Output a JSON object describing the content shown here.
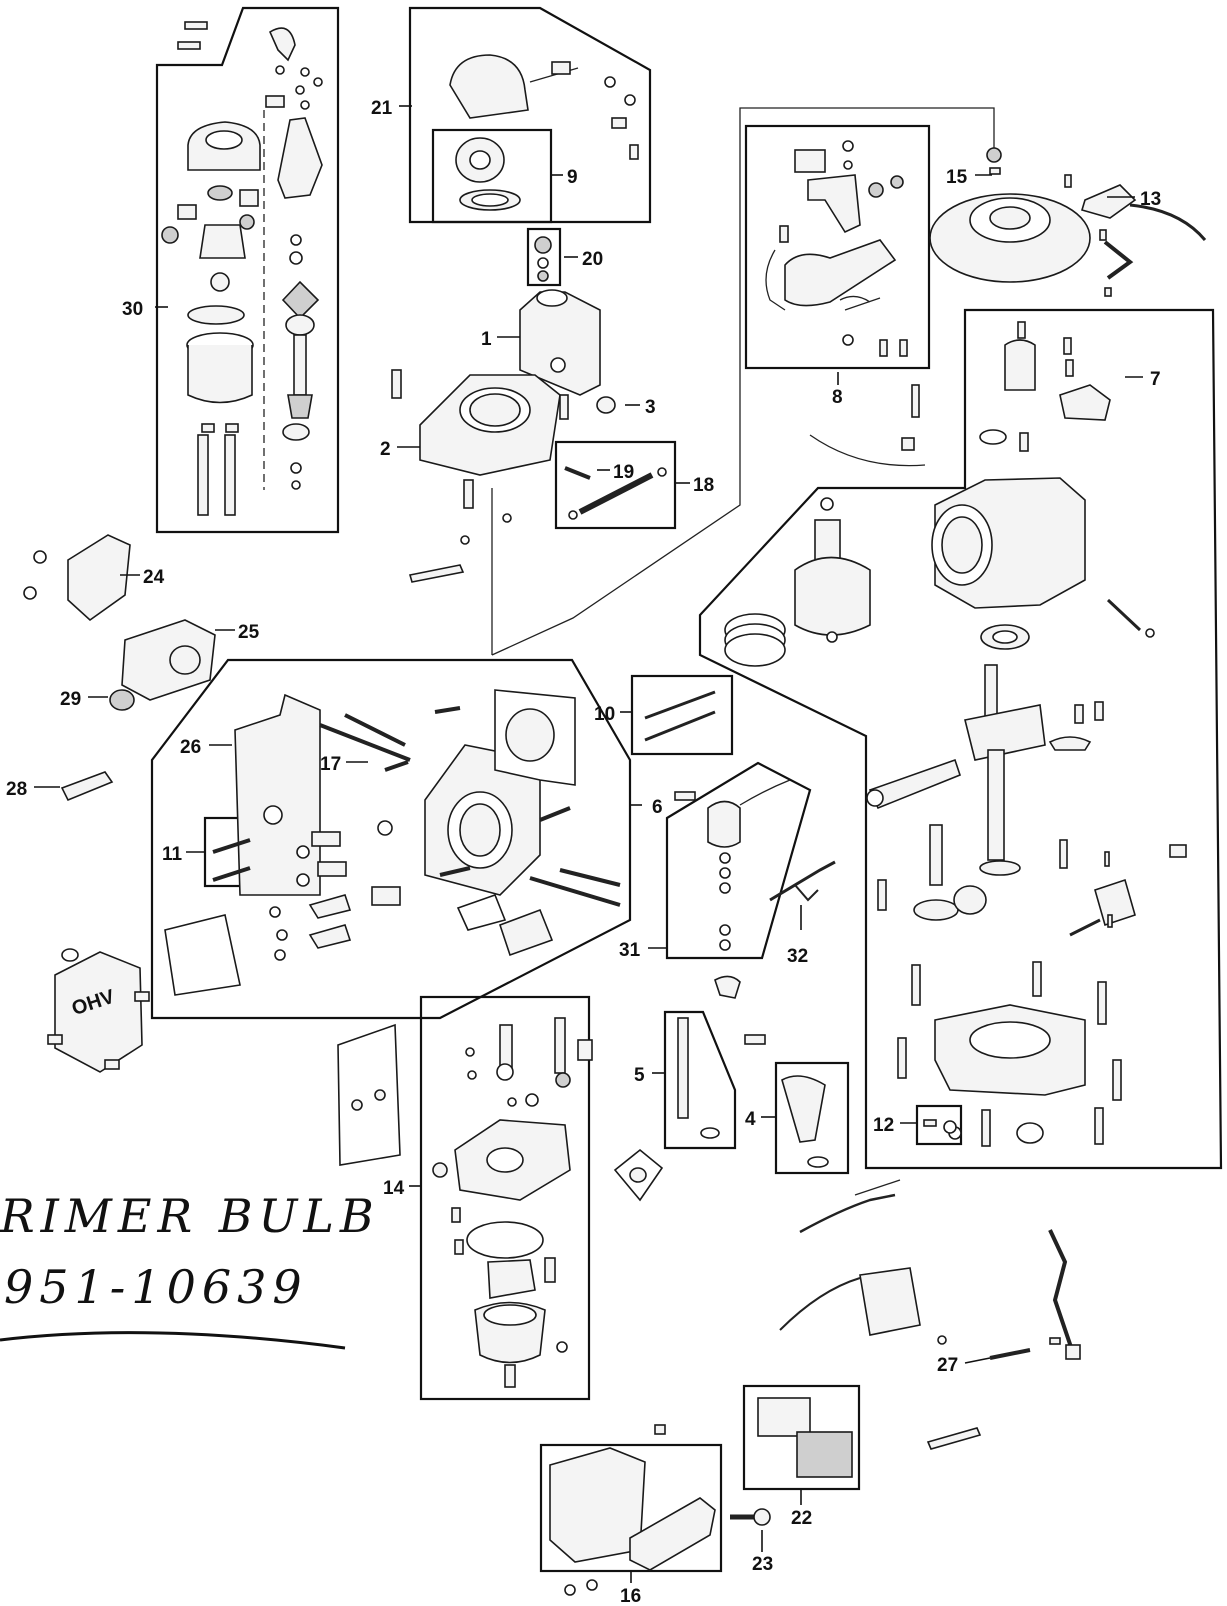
{
  "diagram": {
    "callouts": [
      "1",
      "2",
      "3",
      "4",
      "5",
      "6",
      "7",
      "8",
      "9",
      "10",
      "11",
      "12",
      "13",
      "14",
      "15",
      "16",
      "17",
      "18",
      "19",
      "20",
      "21",
      "22",
      "23",
      "24",
      "25",
      "26",
      "27",
      "28",
      "29",
      "30",
      "31",
      "32"
    ],
    "valve_cover_stamp": "OHV",
    "handwritten_note": {
      "line1": "RIMER BULB",
      "line2": "951-10639"
    }
  }
}
